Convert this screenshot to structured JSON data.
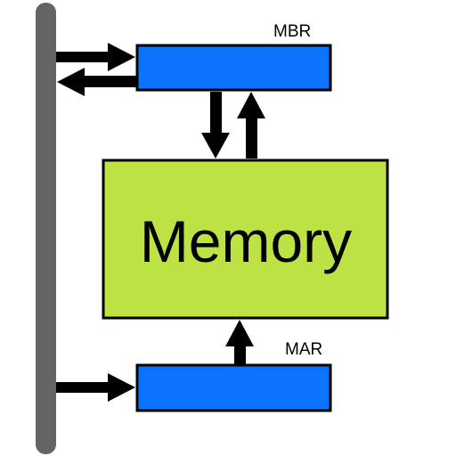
{
  "diagram": {
    "memory": {
      "label": "Memory",
      "fill": "#bce343"
    },
    "mbr": {
      "label": "MBR",
      "fill": "#0b73ff"
    },
    "mar": {
      "label": "MAR",
      "fill": "#0b73ff"
    },
    "bus": {
      "color": "#646464"
    },
    "arrow_color": "#000000"
  }
}
